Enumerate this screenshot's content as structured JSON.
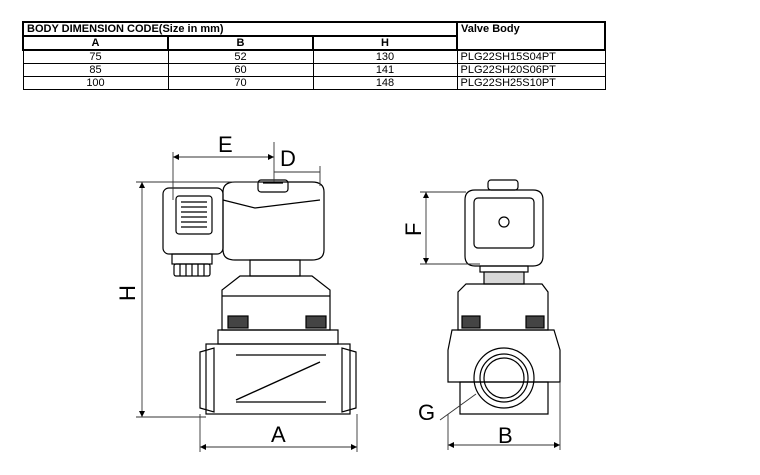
{
  "table": {
    "title": "BODY DIMENSION CODE(Size in mm)",
    "columns": [
      "A",
      "B",
      "H"
    ],
    "valve_header": "Valve Body",
    "rows": [
      {
        "a": "75",
        "b": "52",
        "h": "130",
        "model": "PLG22SH15S04PT"
      },
      {
        "a": "85",
        "b": "60",
        "h": "141",
        "model": "PLG22SH20S06PT"
      },
      {
        "a": "100",
        "b": "70",
        "h": "148",
        "model": "PLG22SH25S10PT"
      }
    ]
  },
  "drawing": {
    "labels": {
      "e": "E",
      "d": "D",
      "h": "H",
      "a": "A",
      "f": "F",
      "g": "G",
      "b": "B"
    }
  }
}
